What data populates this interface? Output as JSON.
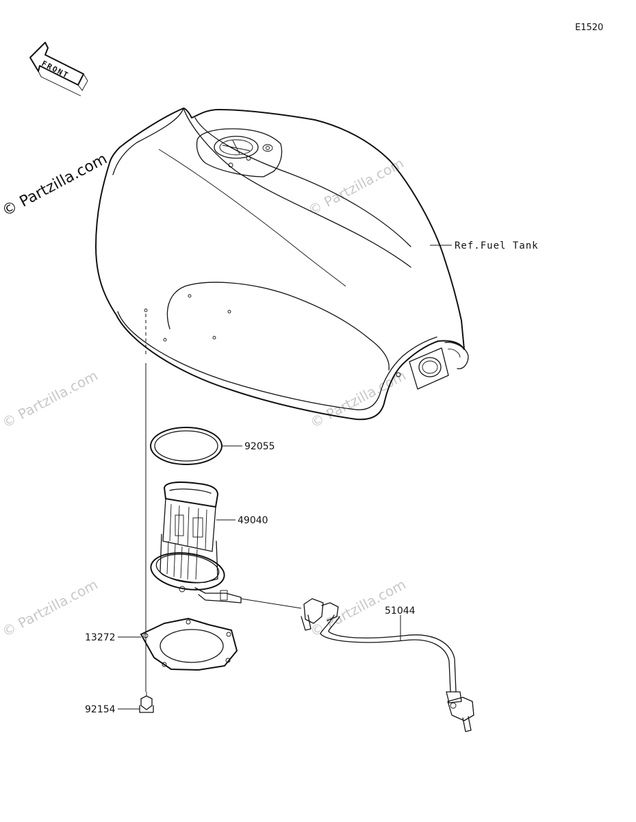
{
  "diagram_code": "E1520",
  "front_arrow_label": "FRONT",
  "watermark_main": "© Partzilla.com",
  "watermark_faint": "© Partzilla.com",
  "callouts": [
    {
      "id": "ref-fuel-tank",
      "label": "Ref.Fuel Tank"
    },
    {
      "id": "92055",
      "label": "92055"
    },
    {
      "id": "49040",
      "label": "49040"
    },
    {
      "id": "51044",
      "label": "51044"
    },
    {
      "id": "13272",
      "label": "13272"
    },
    {
      "id": "92154",
      "label": "92154"
    }
  ]
}
